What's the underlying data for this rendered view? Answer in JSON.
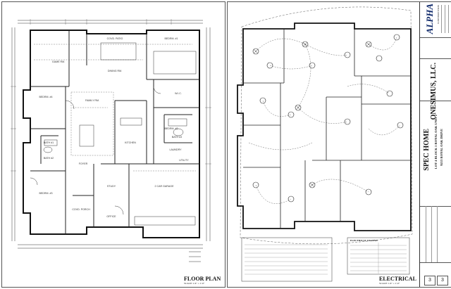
{
  "sheets": [
    {
      "title": "FLOOR PLAN",
      "scale": "SCALE: 1/4\" = 1'-0\"",
      "rooms": [
        "GAME RM.",
        "COVD. PATIO",
        "BEDRM. #1",
        "DINING RM.",
        "BEDRM. #4",
        "FAMILY RM.",
        "KITCHEN",
        "BATH #2",
        "FOYER",
        "COVD. PORCH",
        "BEDRM. #3",
        "STUDY",
        "BATH #1",
        "LAUNDRY",
        "W.I.C.",
        "2 CAR GARAGE",
        "UTILITY",
        "OFFICE",
        "BEDRM. #2",
        "BATH #3"
      ]
    },
    {
      "title": "ELECTRICAL",
      "scale": "SCALE: 1/4\" = 1'-0\"",
      "legend_title": "ELECTRICAL LEGEND"
    }
  ],
  "title_block": {
    "company": "ALPHA",
    "company_sub": "CONSTRUCTION",
    "client": "ONESIMUS, LLC.",
    "project": "SPEC HOME",
    "lot_line": "LOT 4 BLOCK 1 ROYAL OAK UNIT 2",
    "address": "9213 ROYAL OAK DRIVE",
    "sheet_left": "3",
    "sheet_right": "3"
  }
}
